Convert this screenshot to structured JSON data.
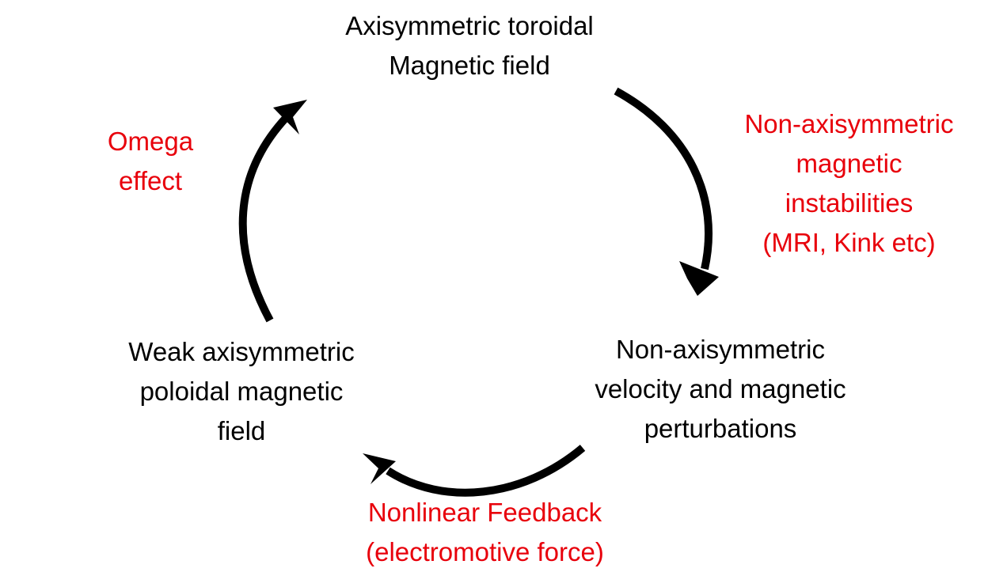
{
  "diagram": {
    "nodes": {
      "top": {
        "lines": [
          "Axisymmetric toroidal",
          "Magnetic field"
        ]
      },
      "right": {
        "lines": [
          "Non-axisymmetric",
          "velocity and magnetic",
          "perturbations"
        ]
      },
      "left": {
        "lines": [
          "Weak axisymmetric",
          "poloidal magnetic",
          "field"
        ]
      }
    },
    "edges": {
      "top_to_right": {
        "lines": [
          "Non-axisymmetric",
          "magnetic",
          "instabilities",
          "(MRI, Kink etc)"
        ]
      },
      "right_to_left": {
        "lines": [
          "Nonlinear Feedback",
          "(electromotive force)"
        ]
      },
      "left_to_top": {
        "lines": [
          "Omega",
          "effect"
        ]
      }
    },
    "colors": {
      "node_text": "#000000",
      "edge_label_text": "#e8000b",
      "arrow": "#000000",
      "background": "#ffffff"
    }
  }
}
